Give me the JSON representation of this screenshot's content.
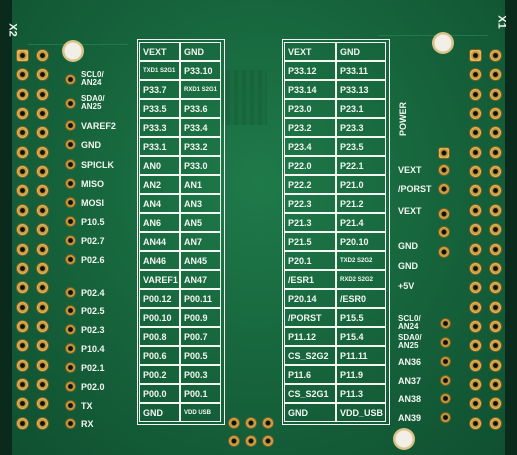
{
  "designators": {
    "left": "X2",
    "right": "X1"
  },
  "left_labels": [
    [
      "SCL0/",
      "AN24"
    ],
    [
      "SDA0/",
      "AN25"
    ],
    [
      "VAREF2"
    ],
    [
      "GND"
    ],
    [
      "SPICLK"
    ],
    [
      "MISO"
    ],
    [
      "MOSI"
    ],
    [
      "P10.5"
    ],
    [
      "P02.7"
    ],
    [
      "P02.6"
    ],
    [
      "P02.4"
    ],
    [
      "P02.5"
    ],
    [
      "P02.3"
    ],
    [
      "P10.4"
    ],
    [
      "P02.1"
    ],
    [
      "P02.0"
    ],
    [
      "TX"
    ],
    [
      "RX"
    ]
  ],
  "left_table": [
    [
      "VEXT",
      "GND"
    ],
    [
      "TXD1 S2G1",
      "P33.10"
    ],
    [
      "P33.7",
      "RXD1 S2G1"
    ],
    [
      "P33.5",
      "P33.6"
    ],
    [
      "P33.3",
      "P33.4"
    ],
    [
      "P33.1",
      "P33.2"
    ],
    [
      "AN0",
      "P33.0"
    ],
    [
      "AN2",
      "AN1"
    ],
    [
      "AN4",
      "AN3"
    ],
    [
      "AN6",
      "AN5"
    ],
    [
      "AN44",
      "AN7"
    ],
    [
      "AN46",
      "AN45"
    ],
    [
      "VAREF1",
      "AN47"
    ],
    [
      "P00.12",
      "P00.11"
    ],
    [
      "P00.10",
      "P00.9"
    ],
    [
      "P00.8",
      "P00.7"
    ],
    [
      "P00.6",
      "P00.5"
    ],
    [
      "P00.2",
      "P00.3"
    ],
    [
      "P00.0",
      "P00.1"
    ],
    [
      "GND",
      "VDD USB"
    ]
  ],
  "right_table": [
    [
      "VEXT",
      "GND"
    ],
    [
      "P33.12",
      "P33.11"
    ],
    [
      "P33.14",
      "P33.13"
    ],
    [
      "P23.0",
      "P23.1"
    ],
    [
      "P23.2",
      "P23.3"
    ],
    [
      "P23.4",
      "P23.5"
    ],
    [
      "P22.0",
      "P22.1"
    ],
    [
      "P22.2",
      "P21.0"
    ],
    [
      "P22.3",
      "P21.2"
    ],
    [
      "P21.3",
      "P21.4"
    ],
    [
      "P21.5",
      "P20.10"
    ],
    [
      "P20.1",
      "TXD2 S2G2"
    ],
    [
      "/ESR1",
      "RXD2 S2G2"
    ],
    [
      "P20.14",
      "/ESR0"
    ],
    [
      "/PORST",
      "P15.5"
    ],
    [
      "P11.12",
      "P15.4"
    ],
    [
      "CS_S2G2",
      "P11.11"
    ],
    [
      "P11.6",
      "P11.9"
    ],
    [
      "CS_S2G1",
      "P11.3"
    ],
    [
      "GND",
      "VDD_USB"
    ]
  ],
  "power_title": "POWER",
  "right_labels": [
    [
      "VEXT"
    ],
    [
      "/PORST"
    ],
    [
      "VEXT"
    ],
    [
      "GND"
    ],
    [
      "GND"
    ],
    [
      "+5V"
    ],
    [
      "SCL0/",
      "AN24"
    ],
    [
      "SDA0/",
      "AN25"
    ],
    [
      "AN36"
    ],
    [
      "AN37"
    ],
    [
      "AN38"
    ],
    [
      "AN39"
    ]
  ]
}
